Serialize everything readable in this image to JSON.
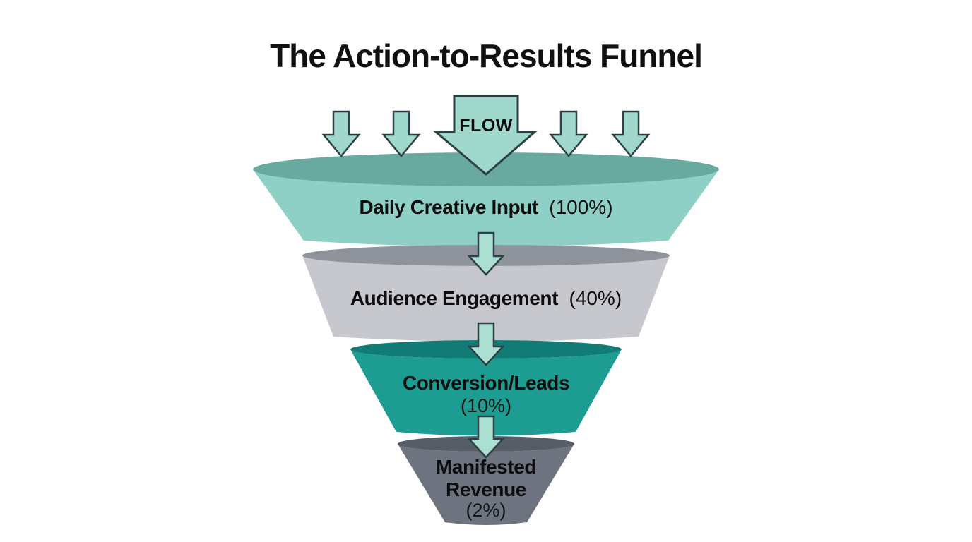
{
  "title": "The Action-to-Results Funnel",
  "flow": {
    "label": "FLOW"
  },
  "funnel": {
    "stages": [
      {
        "name": "Daily Creative Input",
        "value_label": "(100%)",
        "percent": 100,
        "body_color": "#8ed0c5",
        "rim_color": "#68aaa0"
      },
      {
        "name": "Audience Engagement",
        "value_label": "(40%)",
        "percent": 40,
        "body_color": "#c7c8cd",
        "rim_color": "#8f949c"
      },
      {
        "name": "Conversion/Leads",
        "value_label": "(10%)",
        "percent": 10,
        "body_color": "#1d9c92",
        "rim_color": "#117c75"
      },
      {
        "name": "Manifested Revenue",
        "lines": [
          "Manifested",
          "Revenue"
        ],
        "value_label": "(2%)",
        "percent": 2,
        "body_color": "#6d7480",
        "rim_color": "#565d67"
      }
    ]
  },
  "colors": {
    "background": "#ffffff",
    "title_text": "#101013",
    "label_text": "#0d0d0d",
    "top_arrow_fill": "#a0d8cb",
    "connector_arrow_fill": "#abdfd2",
    "arrow_stroke": "#2c4046"
  },
  "chart_data": {
    "type": "funnel",
    "title": "The Action-to-Results Funnel",
    "categories": [
      "Daily Creative Input",
      "Audience Engagement",
      "Conversion/Leads",
      "Manifested Revenue"
    ],
    "values": [
      100,
      40,
      10,
      2
    ],
    "unit": "%",
    "annotations": [
      "FLOW"
    ]
  }
}
